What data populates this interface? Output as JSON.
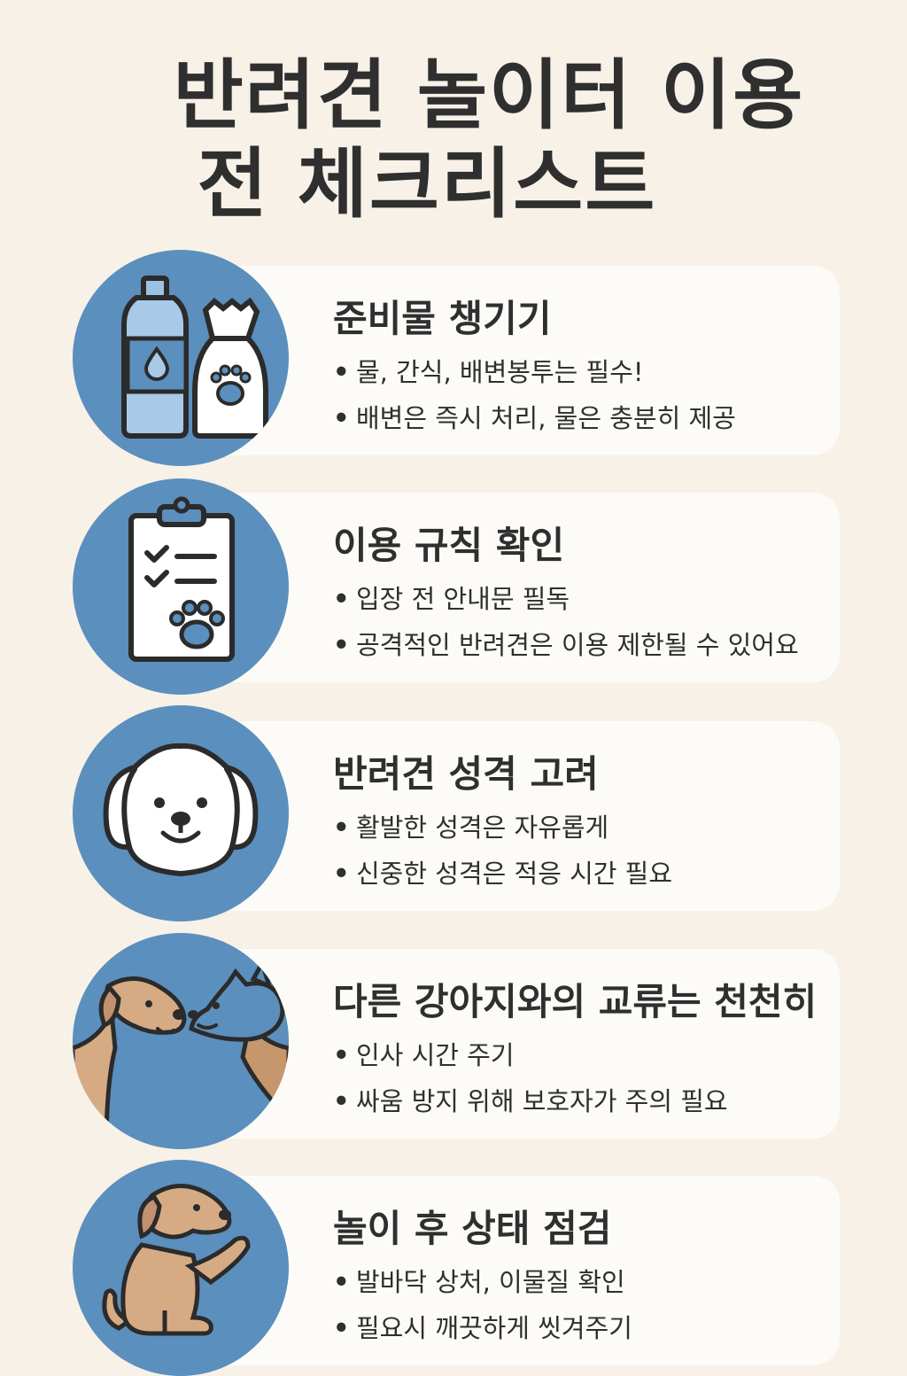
{
  "title": {
    "line1": "반려견 놀이터 이용",
    "line2": "전 체크리스트"
  },
  "colors": {
    "background": "#f7f1e8",
    "card": "#fdfbf7",
    "circle": "#5b8fbd",
    "text": "#2f2f2f",
    "dog_tan": "#d6ab84"
  },
  "items": [
    {
      "icon": "water-bottle-and-treat-bag-icon",
      "title": "준비물 챙기기",
      "bullets": [
        "물, 간식, 배변봉투는 필수!",
        "배변은 즉시 처리, 물은 충분히 제공"
      ]
    },
    {
      "icon": "clipboard-checklist-icon",
      "title": "이용 규칙 확인",
      "bullets": [
        "입장 전 안내문 필독",
        "공격적인 반려견은 이용 제한될 수 있어요"
      ]
    },
    {
      "icon": "dog-face-icon",
      "title": "반려견 성격 고려",
      "bullets": [
        "활발한 성격은 자유롭게",
        "신중한 성격은 적응 시간 필요"
      ]
    },
    {
      "icon": "two-dogs-greeting-icon",
      "title": "다른 강아지와의 교류는 천천히",
      "bullets": [
        "인사 시간 주기",
        "싸움 방지 위해 보호자가 주의 필요"
      ]
    },
    {
      "icon": "sitting-dog-icon",
      "title": "놀이 후 상태 점검",
      "bullets": [
        "발바닥 상처, 이물질 확인",
        "필요시 깨끗하게 씻겨주기"
      ]
    }
  ]
}
